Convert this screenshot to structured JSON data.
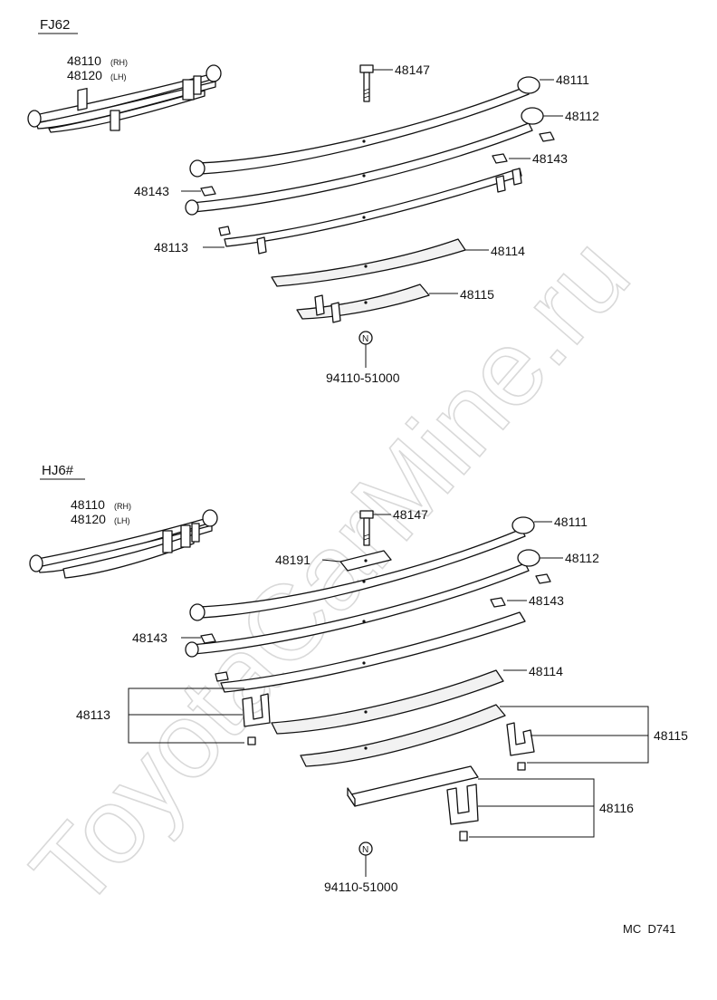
{
  "watermark": "ToyotaCarMine.ru",
  "sections": {
    "top": {
      "title": "FJ62",
      "assembly_rh": "48110",
      "assembly_rh_tag": "(RH)",
      "assembly_lh": "48120",
      "assembly_lh_tag": "(LH)",
      "parts": {
        "p48147": "48147",
        "p48111": "48111",
        "p48112": "48112",
        "p48143a": "48143",
        "p48143b": "48143",
        "p48113": "48113",
        "p48114": "48114",
        "p48115": "48115"
      },
      "note_symbol": "N",
      "note_part": "94110-51000"
    },
    "bottom": {
      "title": "HJ6#",
      "assembly_rh": "48110",
      "assembly_rh_tag": "(RH)",
      "assembly_lh": "48120",
      "assembly_lh_tag": "(LH)",
      "parts": {
        "p48147": "48147",
        "p48191": "48191",
        "p48111": "48111",
        "p48112": "48112",
        "p48143a": "48143",
        "p48143b": "48143",
        "p48114": "48114",
        "p48113": "48113",
        "p48115": "48115",
        "p48116": "48116"
      },
      "note_symbol": "N",
      "note_part": "94110-51000"
    }
  },
  "footer_code": "MC  D741"
}
